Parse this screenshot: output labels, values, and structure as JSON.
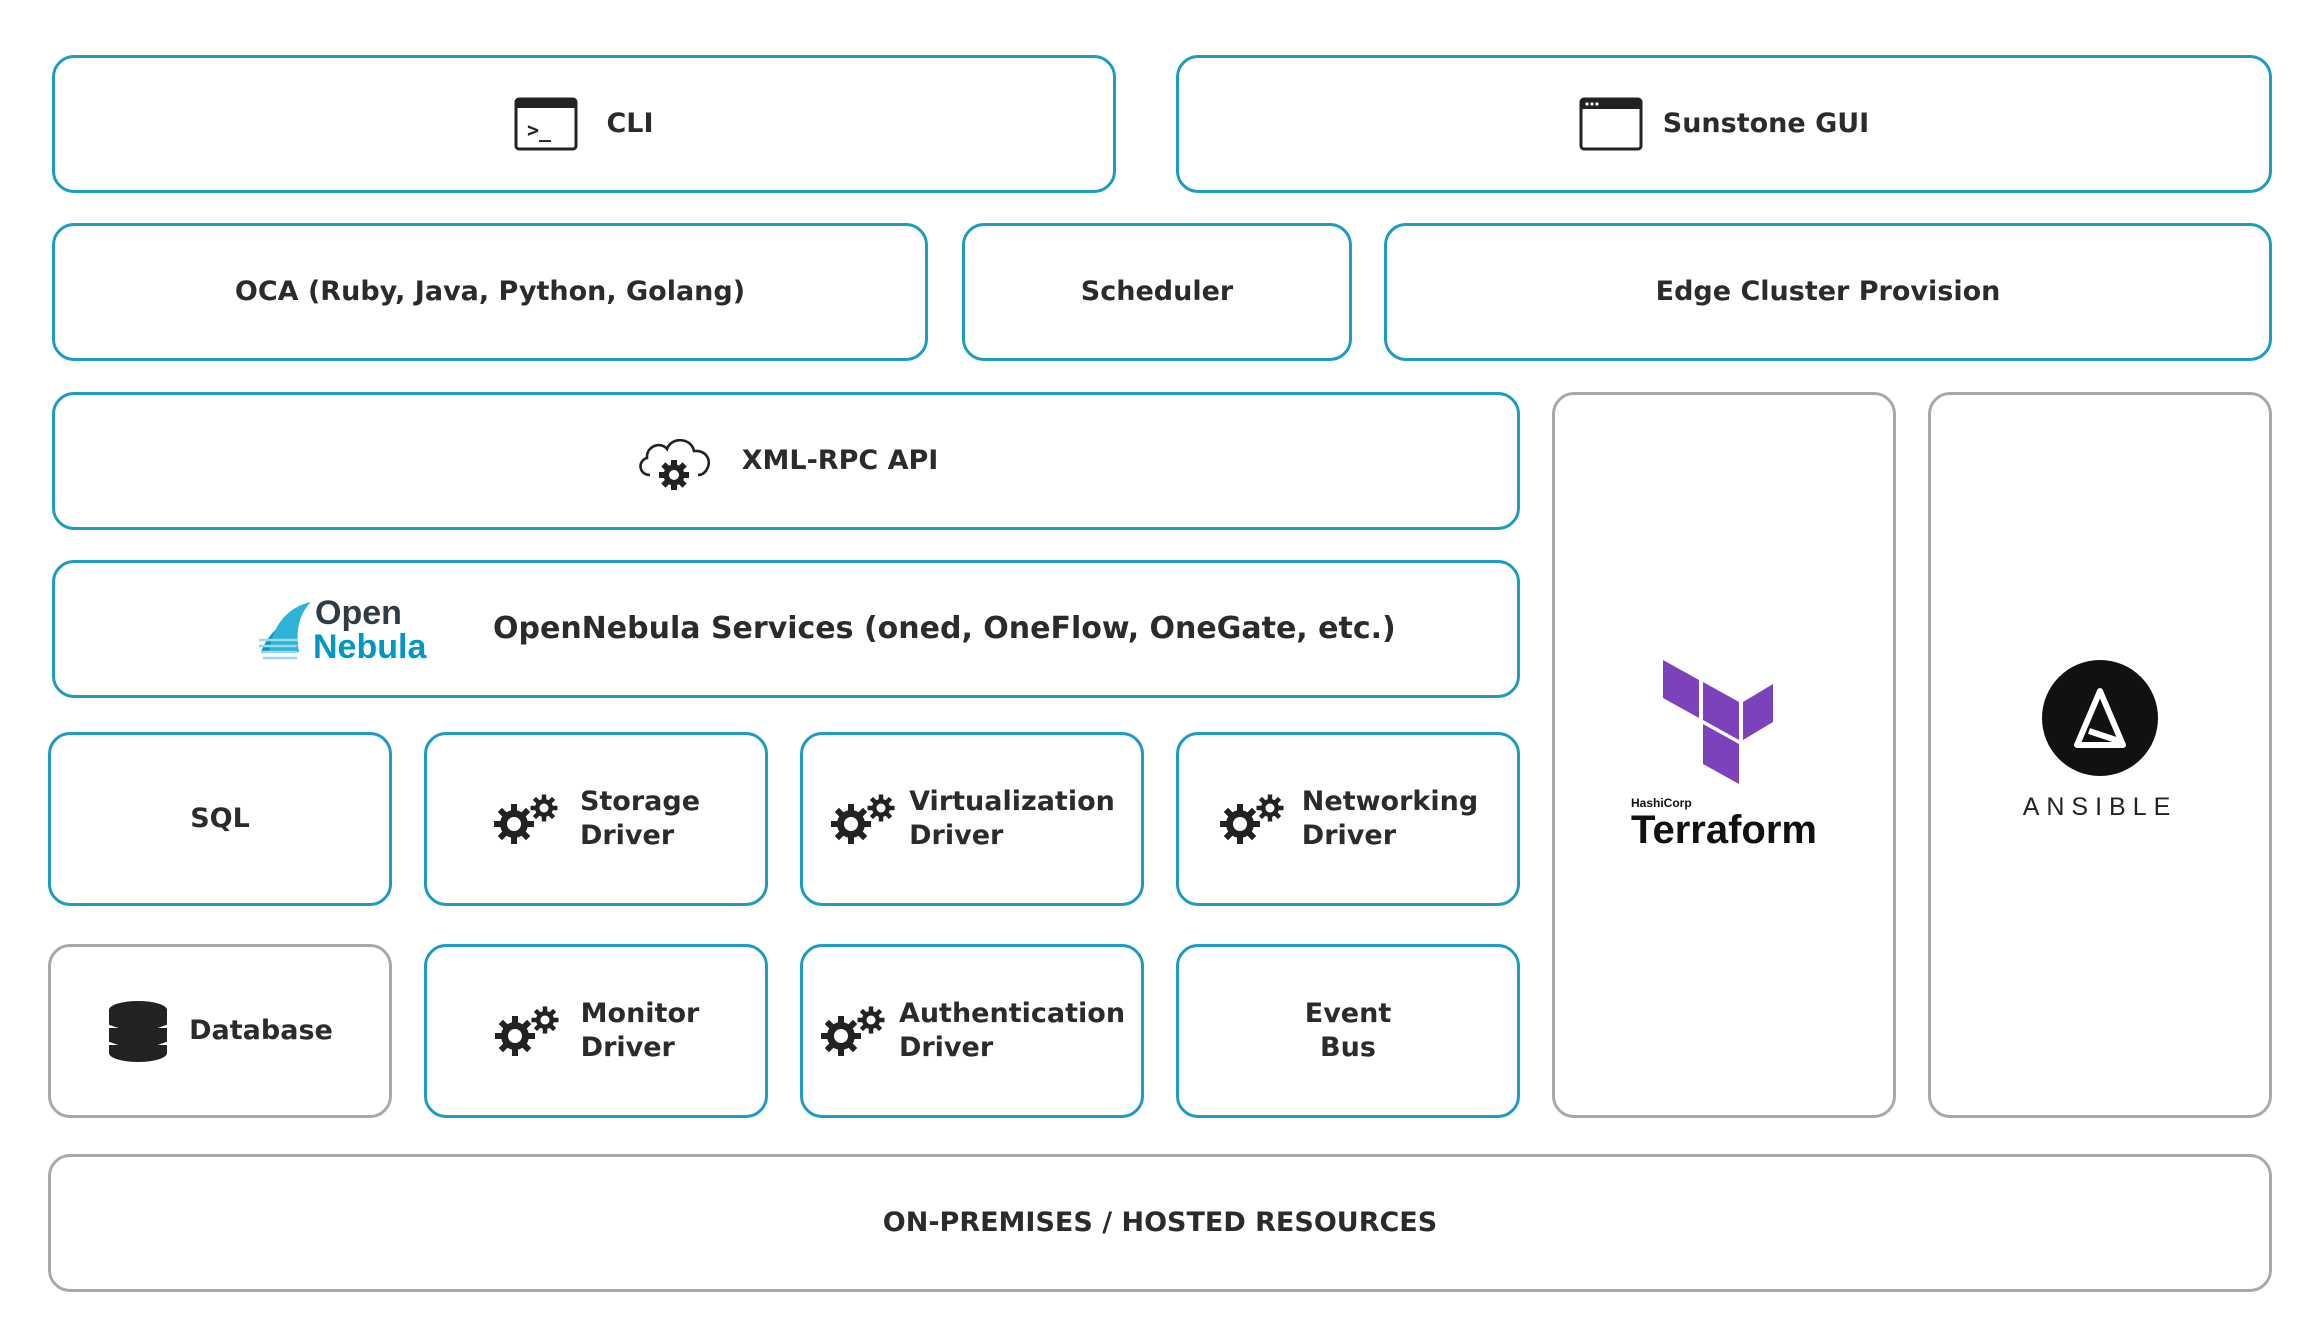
{
  "layers": {
    "cli": {
      "label": "CLI",
      "icon": "terminal-icon"
    },
    "sunstone": {
      "label": "Sunstone GUI",
      "icon": "browser-window-icon"
    },
    "oca": {
      "label": "OCA (Ruby, Java, Python, Golang)"
    },
    "scheduler": {
      "label": "Scheduler"
    },
    "edge": {
      "label": "Edge Cluster Provision"
    },
    "xmlrpc": {
      "label": "XML-RPC API",
      "icon": "cloud-gear-icon"
    },
    "services": {
      "logo_top": "Open",
      "logo_bottom": "Nebula",
      "label": "OpenNebula Services (oned, OneFlow, OneGate, etc.)"
    },
    "sql": {
      "label": "SQL"
    },
    "storage": {
      "line1": "Storage",
      "line2": "Driver",
      "icon": "gears-icon"
    },
    "virtualization": {
      "line1": "Virtualization",
      "line2": "Driver",
      "icon": "gears-icon"
    },
    "networking": {
      "line1": "Networking",
      "line2": "Driver",
      "icon": "gears-icon"
    },
    "database": {
      "label": "Database",
      "icon": "database-icon"
    },
    "monitor": {
      "line1": "Monitor",
      "line2": "Driver",
      "icon": "gears-icon"
    },
    "authentication": {
      "line1": "Authentication",
      "line2": "Driver",
      "icon": "gears-icon"
    },
    "eventbus": {
      "line1": "Event",
      "line2": "Bus"
    },
    "terraform": {
      "small": "HashiCorp",
      "name": "Terraform"
    },
    "ansible": {
      "name": "ANSIBLE"
    },
    "resources": {
      "label": "ON-PREMISES / HOSTED RESOURCES"
    }
  },
  "colors": {
    "accent": "#1d9bc2",
    "grey_border": "#a9a9a9",
    "terraform_purple": "#7b42bc",
    "opennebula_blue": "#0098c3"
  }
}
